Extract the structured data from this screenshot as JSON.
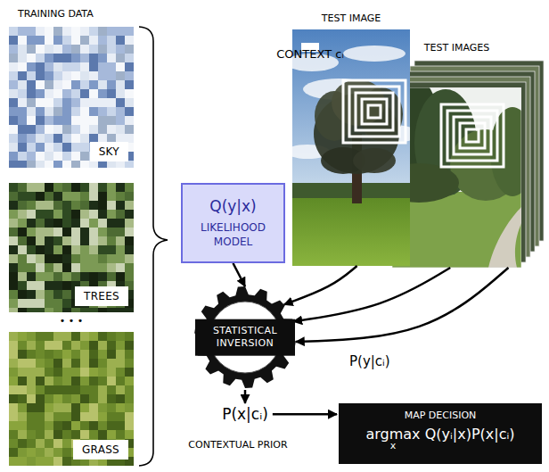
{
  "diagram": {
    "nodes": [
      {
        "text": [
          "SKY"
        ]
      },
      {
        "text": [
          "TREES"
        ]
      },
      {
        "text": [
          "GRASS"
        ]
      },
      {
        "text": [
          "Q(y|x)",
          "LIKELIHOOD MODEL"
        ]
      },
      {
        "text": [
          "TEST IMAGE"
        ]
      },
      {
        "text": [
          "CONTEXT cᵢ"
        ],
        "in": 4
      },
      {
        "text": [
          "TEST IMAGES"
        ]
      },
      {
        "text": [
          "STATISTICAL INVERSION"
        ]
      },
      {
        "text": [
          "MAP DECISION",
          "argmax Q(yᵢ|x)P(x|cᵢ)",
          "x"
        ]
      }
    ],
    "edges": [
      {
        "from": 3,
        "to": 7,
        "arrow": "to"
      },
      {
        "from": 4,
        "to": 7,
        "arrow": "to"
      },
      {
        "from": 6,
        "to": 7,
        "arrow": "to"
      },
      {
        "from": 6,
        "to": 7,
        "arrow": "to"
      }
    ],
    "labels": [
      "TRAINING DATA",
      "• • •",
      "P(y|cᵢ)",
      "P(x|cᵢ)",
      "CONTEXTUAL PRIOR"
    ]
  }
}
